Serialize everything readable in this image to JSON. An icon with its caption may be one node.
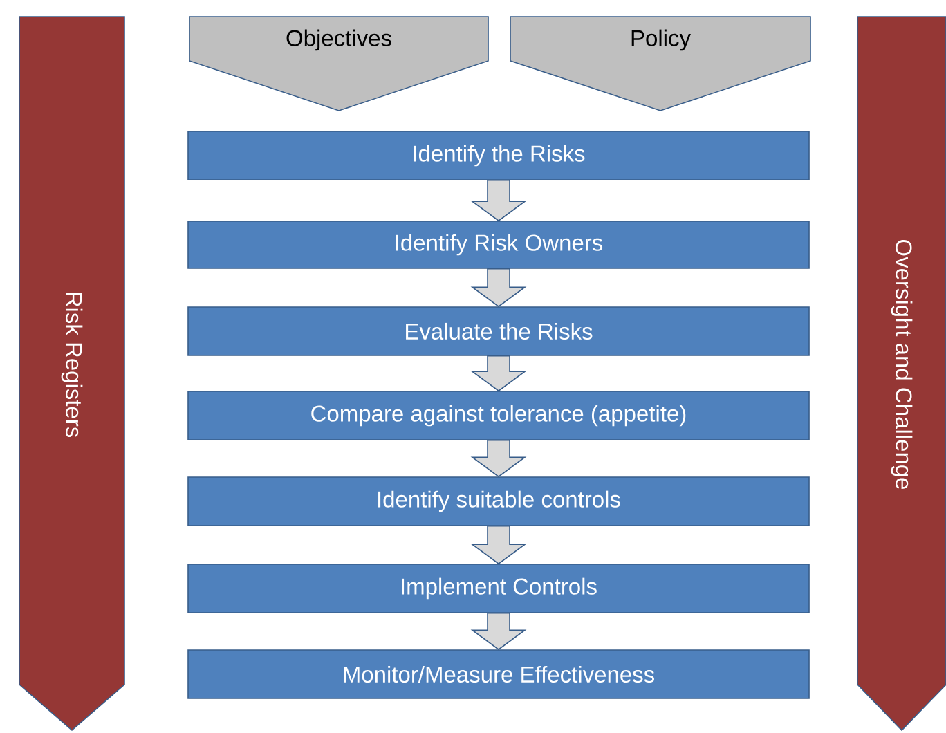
{
  "diagram": {
    "nodes": [
      {
        "text": [
          "Risk Registers"
        ]
      },
      {
        "text": [
          "Objectives"
        ]
      },
      {
        "text": [
          "Policy"
        ]
      },
      {
        "text": [
          "Oversight and Challenge"
        ]
      },
      {
        "text": [
          "Identify the Risks"
        ]
      },
      {
        "text": [
          "Identify Risk Owners"
        ]
      },
      {
        "text": [
          "Evaluate the Risks"
        ]
      },
      {
        "text": [
          "Compare against tolerance (appetite)"
        ]
      },
      {
        "text": [
          "Identify suitable controls"
        ]
      },
      {
        "text": [
          "Implement Controls"
        ]
      },
      {
        "text": [
          "Monitor/Measure Effectiveness"
        ]
      }
    ],
    "edges": [
      {
        "from": 4,
        "to": 5,
        "arrow": "to"
      },
      {
        "from": 5,
        "to": 6,
        "arrow": "to"
      },
      {
        "from": 6,
        "to": 7,
        "arrow": "to"
      },
      {
        "from": 7,
        "to": 8,
        "arrow": "to"
      },
      {
        "from": 8,
        "to": 9,
        "arrow": "to"
      },
      {
        "from": 9,
        "to": 10,
        "arrow": "to"
      }
    ]
  }
}
